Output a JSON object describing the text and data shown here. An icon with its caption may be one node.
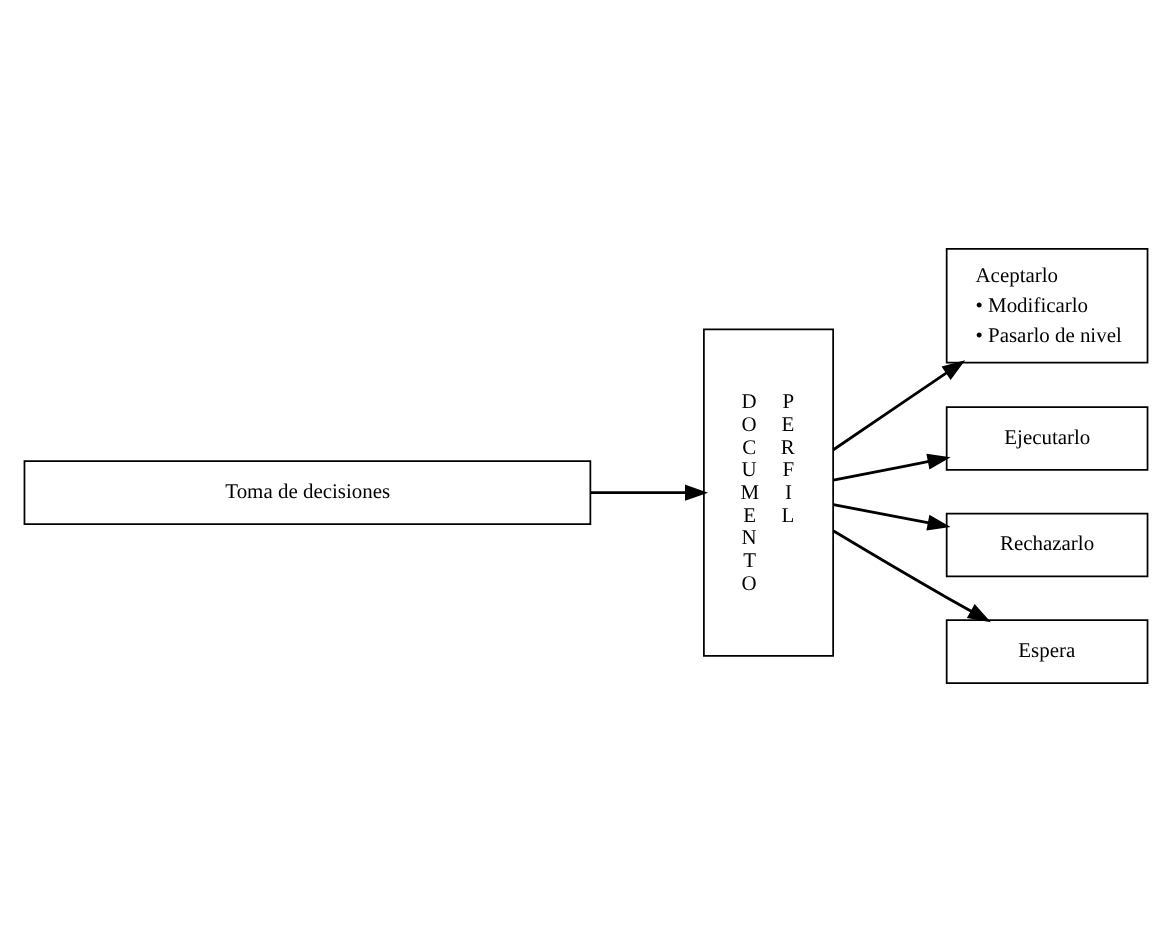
{
  "diagram": {
    "nodes": [
      {
        "text": [
          "Toma de decisiones"
        ]
      },
      {
        "text": [
          "DOCUMENTO",
          "PERFIL"
        ]
      },
      {
        "text": [
          "Aceptarlo",
          "• Modificarlo",
          "• Pasarlo de nivel"
        ]
      },
      {
        "text": [
          "Ejecutarlo"
        ]
      },
      {
        "text": [
          "Rechazarlo"
        ]
      },
      {
        "text": [
          "Espera"
        ]
      }
    ],
    "edges": [
      {
        "from": 0,
        "to": 1,
        "arrow": "to"
      },
      {
        "from": 1,
        "to": 2,
        "arrow": "to"
      },
      {
        "from": 1,
        "to": 3,
        "arrow": "to"
      },
      {
        "from": 1,
        "to": 4,
        "arrow": "to"
      },
      {
        "from": 1,
        "to": 5,
        "arrow": "to"
      }
    ]
  }
}
